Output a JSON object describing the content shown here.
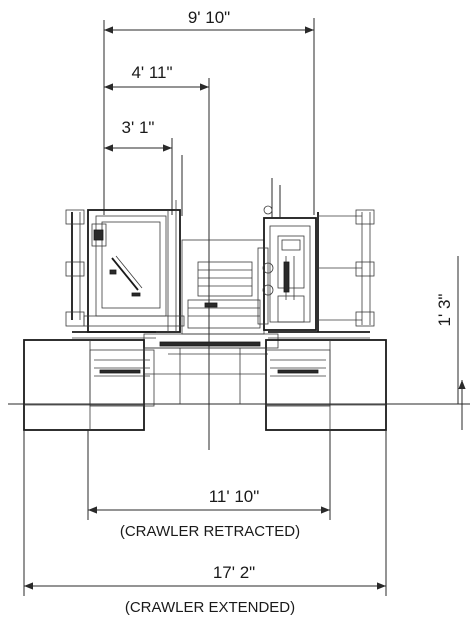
{
  "dimensions": {
    "overall_width": "9' 10\"",
    "half_width": "4' 11\"",
    "cab_offset": "3' 1\"",
    "side_height": "1' 3\"",
    "retracted_width": "11'  10\"",
    "extended_width": "17' 2\""
  },
  "captions": {
    "retracted": "(CRAWLER RETRACTED)",
    "extended": "(CRAWLER EXTENDED)"
  }
}
